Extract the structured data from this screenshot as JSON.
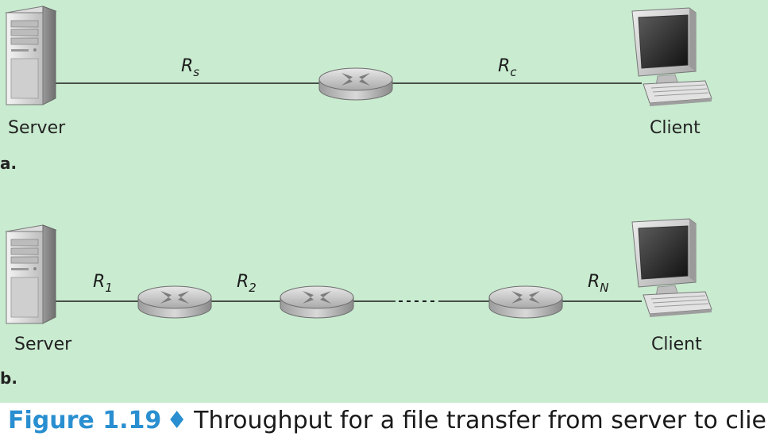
{
  "diagram_a": {
    "tag": "a.",
    "server_label": "Server",
    "client_label": "Client",
    "links": [
      {
        "base": "R",
        "sub": "s"
      },
      {
        "base": "R",
        "sub": "c"
      }
    ]
  },
  "diagram_b": {
    "tag": "b.",
    "server_label": "Server",
    "client_label": "Client",
    "links": [
      {
        "base": "R",
        "sub": "1"
      },
      {
        "base": "R",
        "sub": "2"
      },
      {
        "base": "R",
        "sub": "N"
      }
    ]
  },
  "caption": {
    "figure_number": "Figure 1.19",
    "separator": "♦",
    "text": "Throughput for a file transfer from server to client"
  }
}
